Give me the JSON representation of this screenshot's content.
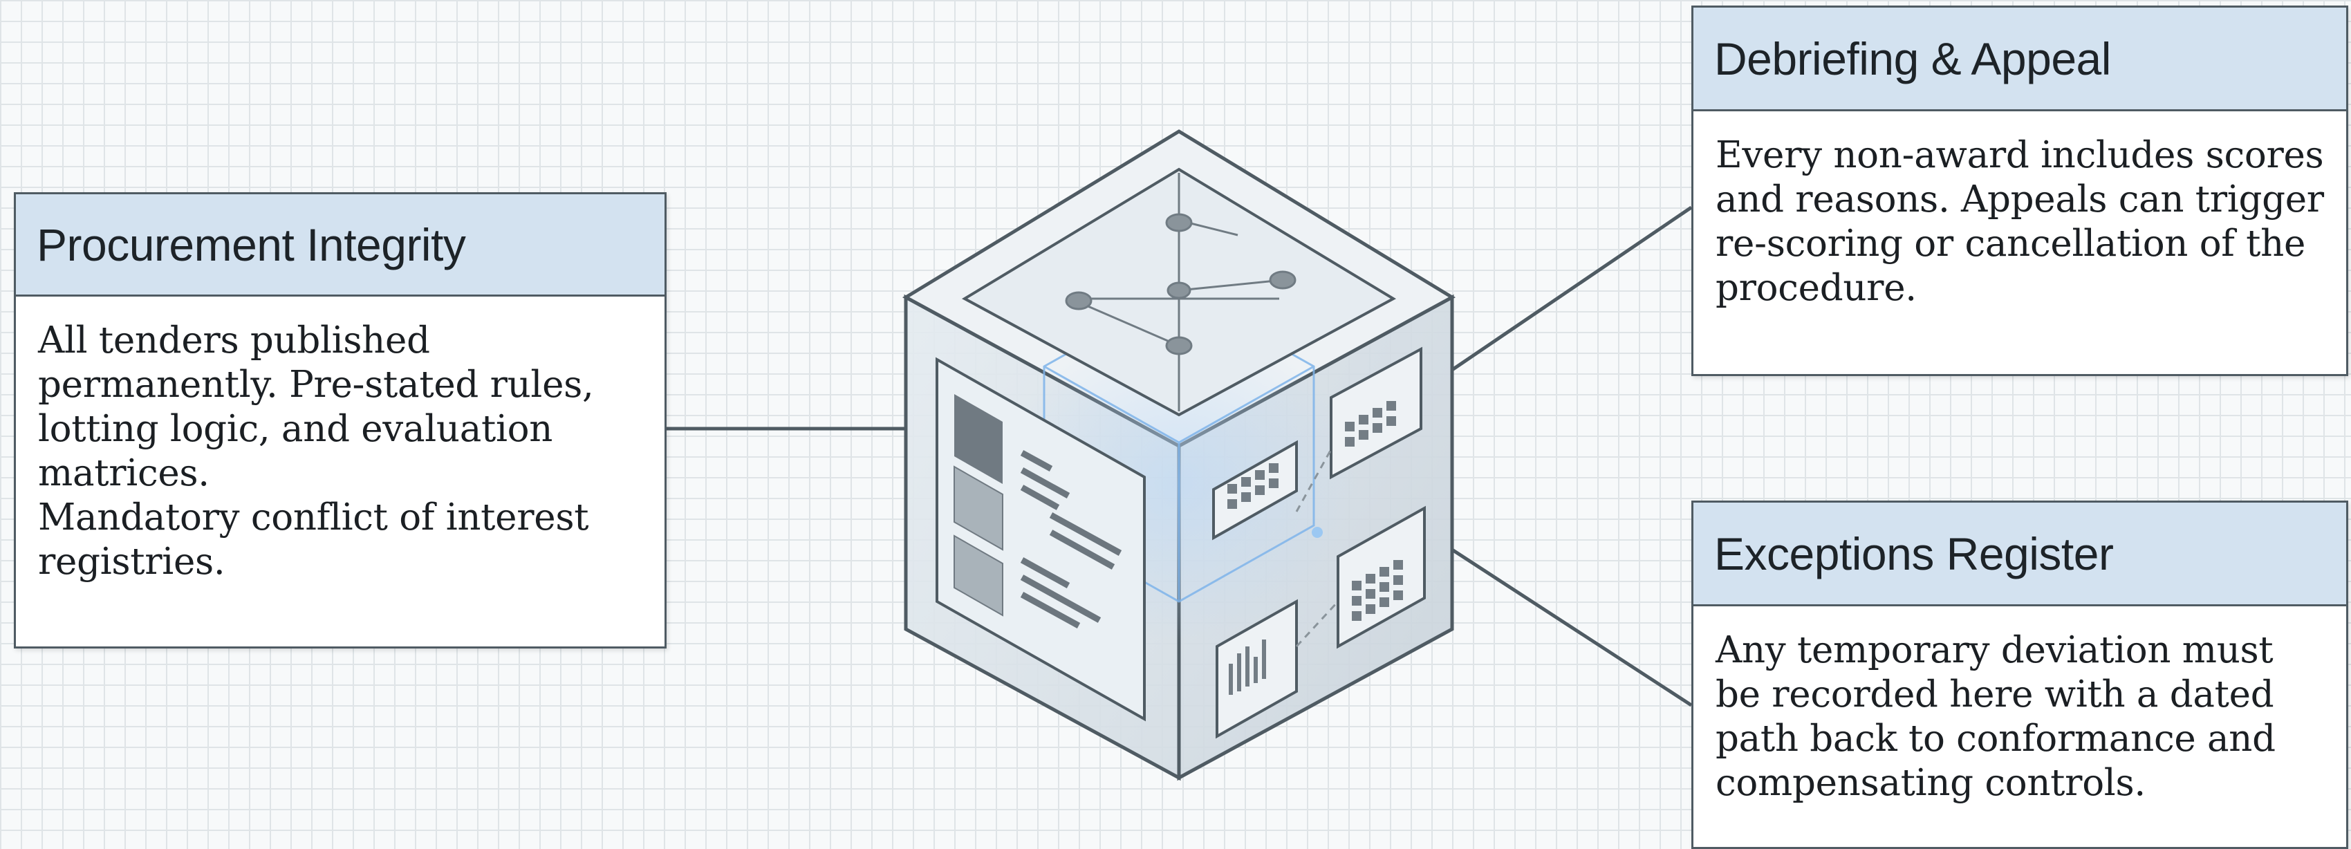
{
  "cards": {
    "procurement": {
      "title": "Procurement Integrity",
      "paragraph1": "All tenders published permanently. Pre-stated rules, lotting logic, and evaluation matrices.",
      "paragraph2": "Mandatory conflict of interest registries."
    },
    "debriefing": {
      "title": "Debriefing & Appeal",
      "body": "Every non-award includes scores and reasons. Appeals can trigger re-scoring or cancellation of the procedure."
    },
    "exceptions": {
      "title": "Exceptions Register",
      "body": "Any temporary deviation must be recorded here with a dated path back to conformance and compensating controls."
    }
  },
  "colors": {
    "header_fill": "#d3e2f0",
    "border": "#4f5b63",
    "cube_glow": "#7fb4ea",
    "grid": "#dfe4e7"
  }
}
